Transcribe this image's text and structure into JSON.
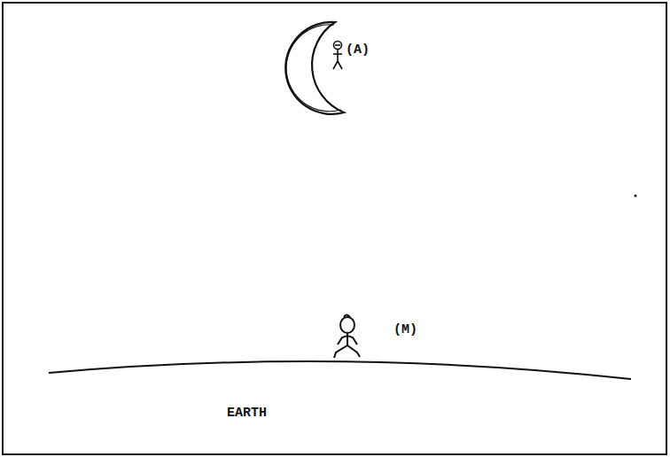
{
  "diagram": {
    "labels": [
      "(A)",
      "(M)",
      "EARTH"
    ]
  }
}
